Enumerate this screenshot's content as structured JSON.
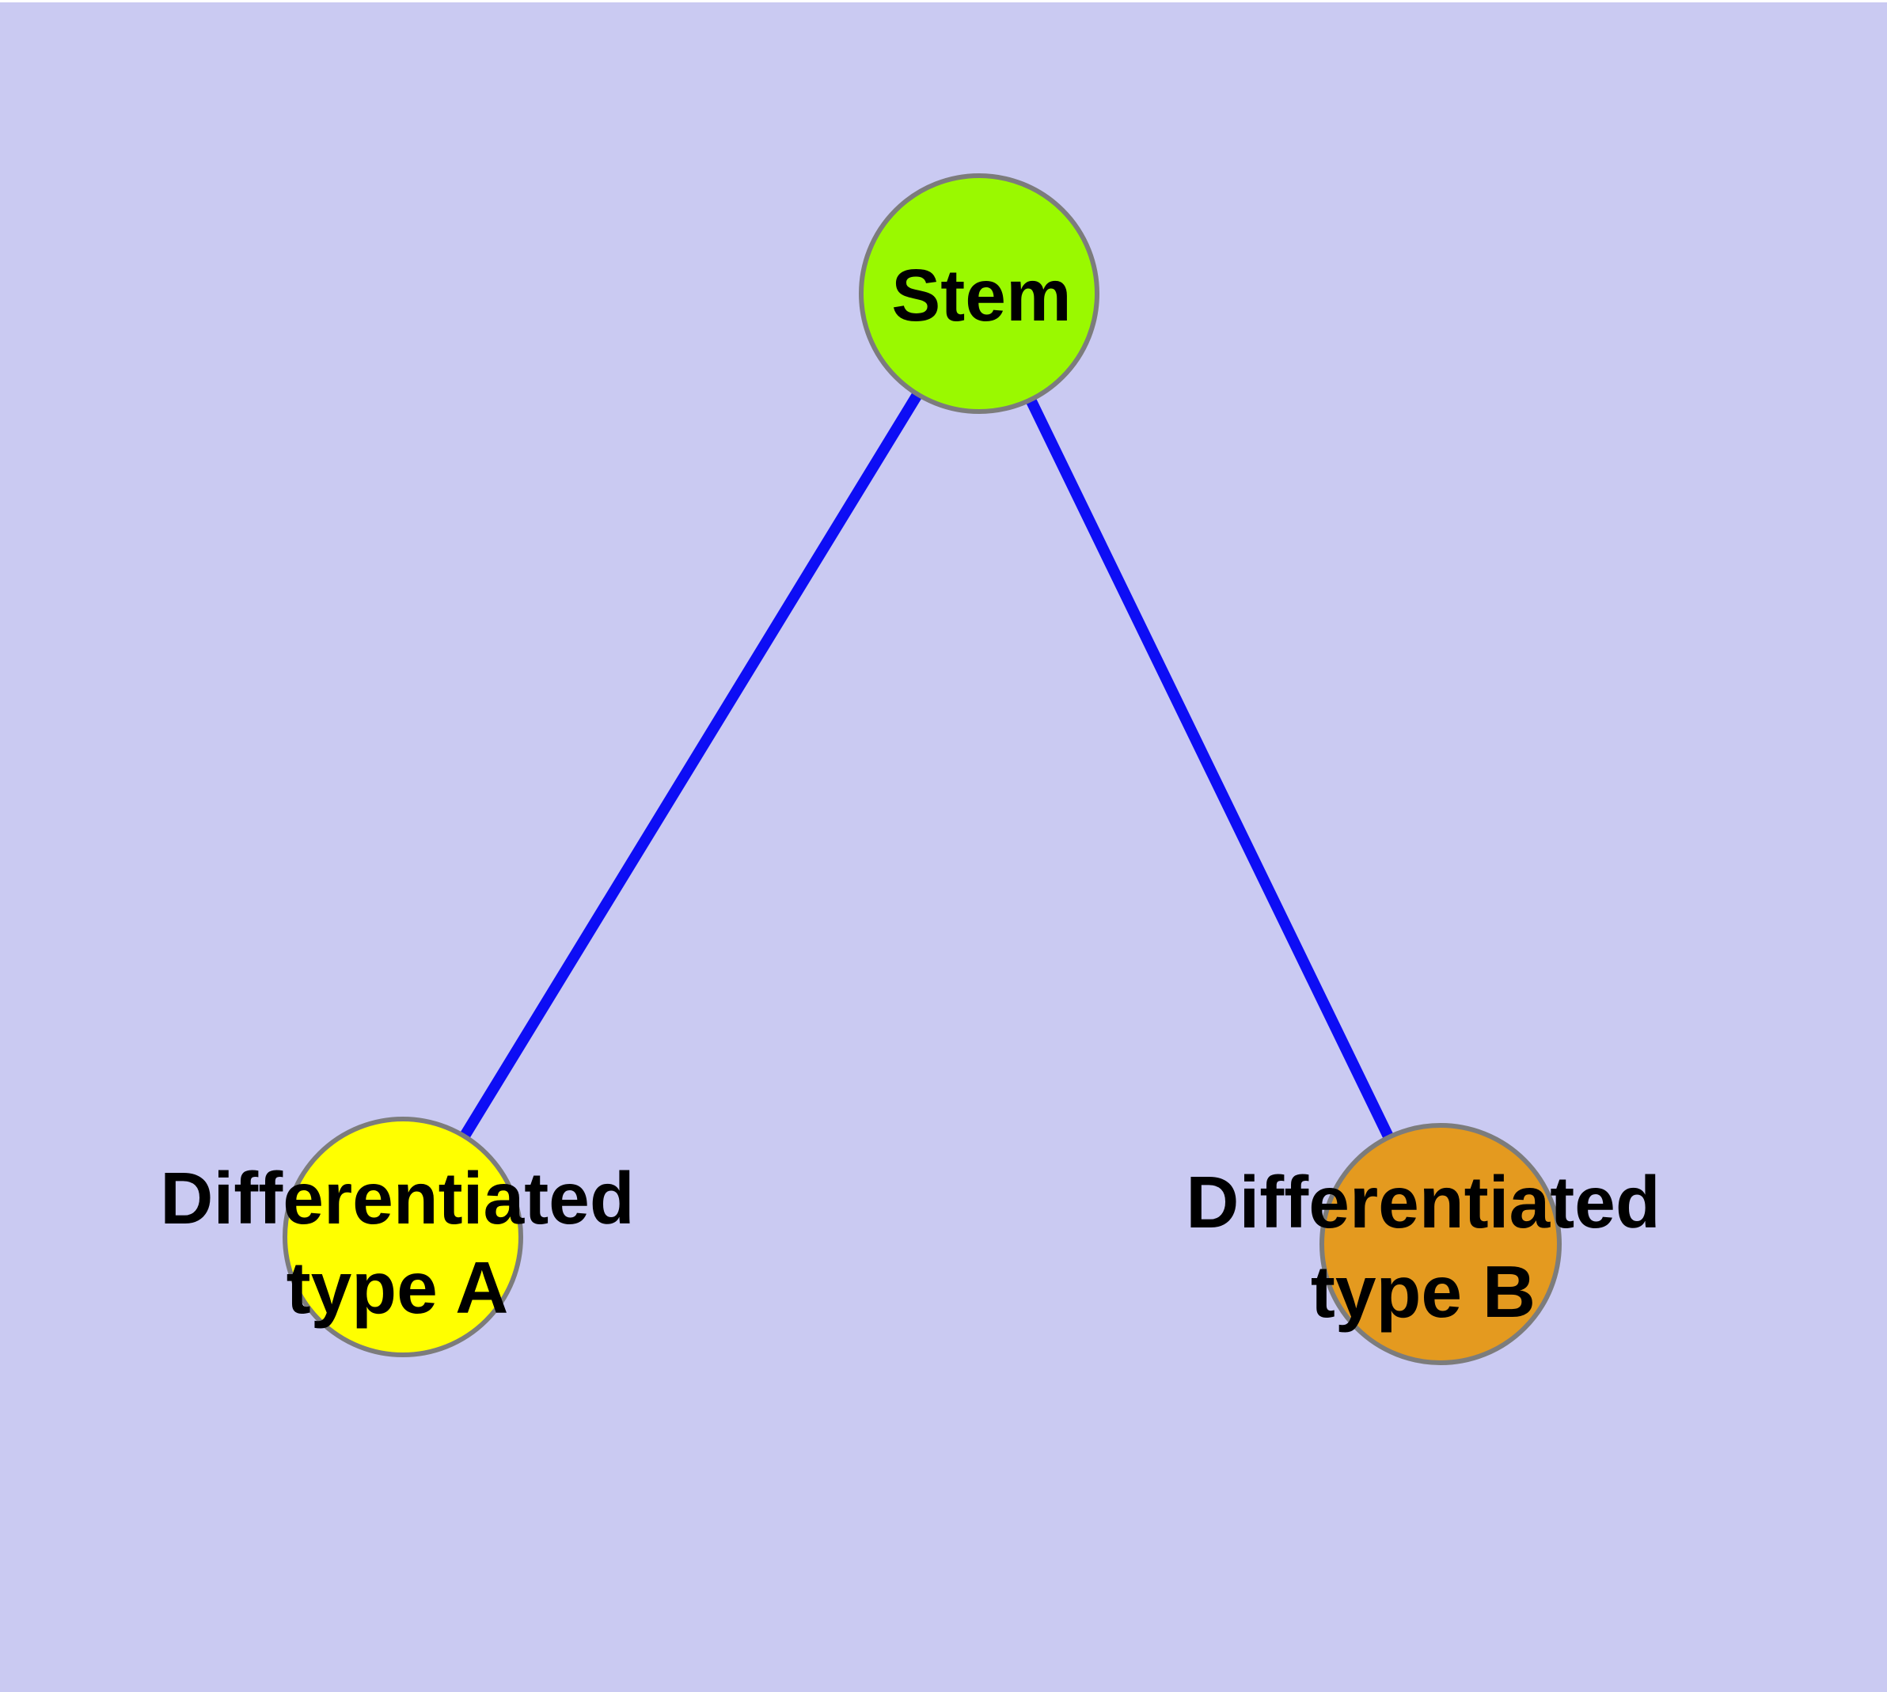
{
  "diagram": {
    "type": "node-link-graph",
    "background_color": "#CACAF2",
    "edge_color": "#0D0DF5",
    "node_border_color": "#7C7C7C",
    "text_color": "#000000",
    "nodes": [
      {
        "id": "stem",
        "label": "Stem",
        "lines": [
          "Stem"
        ],
        "fill": "#9AF900"
      },
      {
        "id": "differentiated-type-a",
        "label": "Differentiated type A",
        "lines": [
          "Differentiated",
          "type A"
        ],
        "fill": "#FFFF00"
      },
      {
        "id": "differentiated-type-b",
        "label": "Differentiated type B",
        "lines": [
          "Differentiated",
          "type B"
        ],
        "fill": "#E49A1F"
      }
    ],
    "edges": [
      {
        "from": "stem",
        "to": "differentiated-type-a"
      },
      {
        "from": "stem",
        "to": "differentiated-type-b"
      }
    ]
  }
}
